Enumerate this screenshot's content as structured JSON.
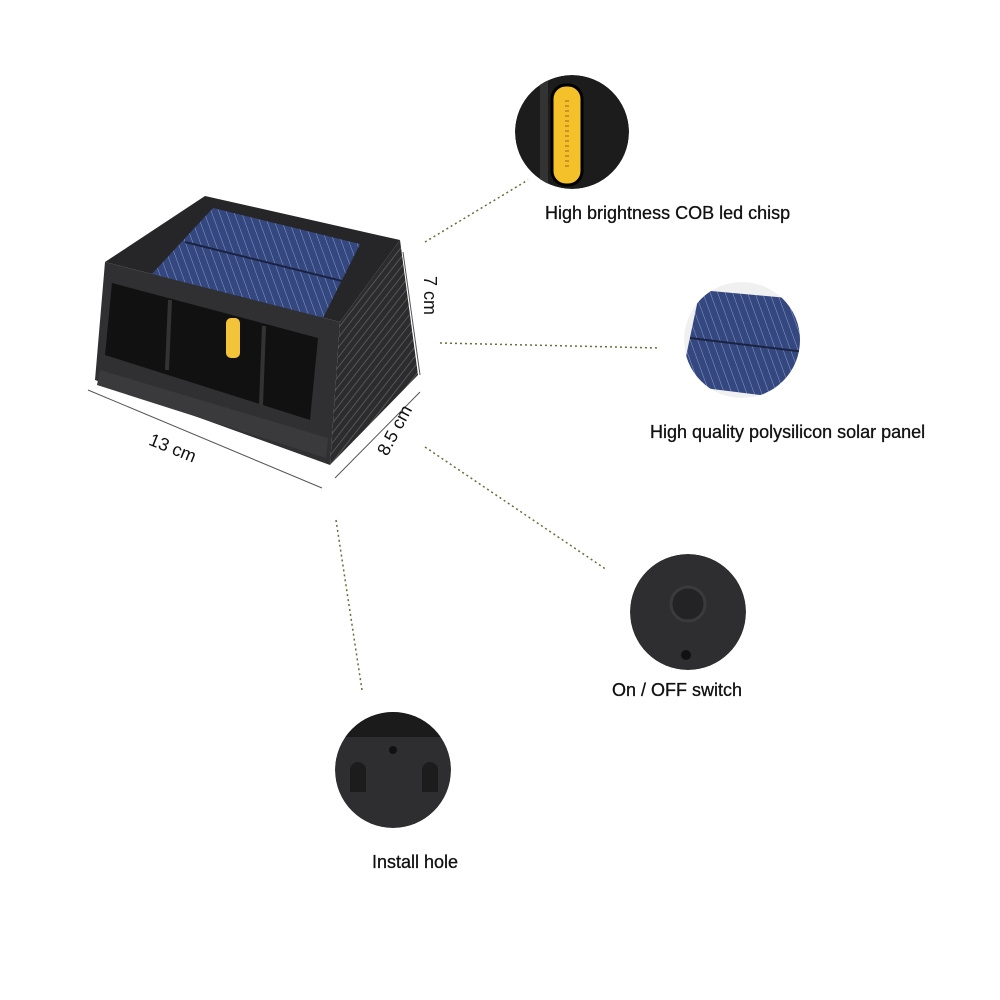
{
  "dimensions": {
    "height": "7 cm",
    "length": "13 cm",
    "width": "8.5 cm"
  },
  "features": [
    {
      "label": "High brightness COB led chisp",
      "icon": "cob-led-icon"
    },
    {
      "label": "High quality polysilicon solar panel",
      "icon": "solar-panel-icon"
    },
    {
      "label": "On / OFF switch",
      "icon": "switch-icon"
    },
    {
      "label": "Install hole",
      "icon": "install-hole-icon"
    }
  ],
  "colors": {
    "body": "#2b2b2d",
    "panel": "#2f3f78",
    "led": "#f3c33a",
    "leader": "#6b6b3a"
  }
}
